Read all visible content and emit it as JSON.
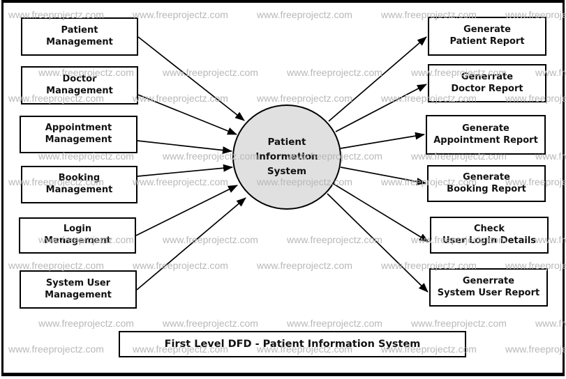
{
  "title_box": {
    "label": "First Level DFD - Patient Information System"
  },
  "watermark": {
    "text": "www.freeprojectz.com"
  },
  "process": {
    "label": "Patient\nInformation\nSystem"
  },
  "sources": [
    {
      "label": "Patient\nManagement"
    },
    {
      "label": "Doctor\nManagement"
    },
    {
      "label": "Appointment\nManagement"
    },
    {
      "label": "Booking\nManagement"
    },
    {
      "label": "Login\nManagement"
    },
    {
      "label": "System User\nManagement"
    }
  ],
  "sinks": [
    {
      "label": "Generate\nPatient Report"
    },
    {
      "label": "Generrate\nDoctor Report"
    },
    {
      "label": "Generate\nAppointment Report"
    },
    {
      "label": "Generate\nBooking Report"
    },
    {
      "label": "Check\nUser Login Details"
    },
    {
      "label": "Generrate\nSystem User Report"
    }
  ],
  "colors": {
    "background": "#ffffff",
    "line": "#000000",
    "box_fill": "#ffffff",
    "process_fill": "#e0e0e0",
    "text": "#111111",
    "watermark": "#b8b8b8"
  }
}
